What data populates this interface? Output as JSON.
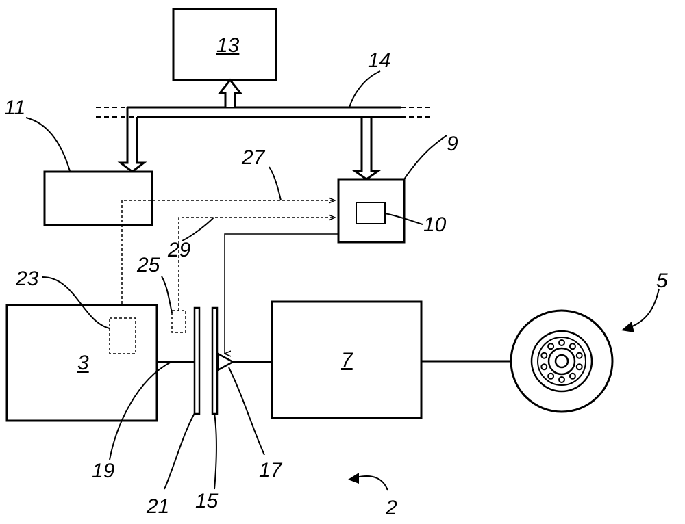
{
  "diagram": {
    "labels": {
      "ref_2": "2",
      "ref_3": "3",
      "ref_5": "5",
      "ref_7": "7",
      "ref_9": "9",
      "ref_10": "10",
      "ref_11": "11",
      "ref_13": "13",
      "ref_14": "14",
      "ref_15": "15",
      "ref_17": "17",
      "ref_19": "19",
      "ref_21": "21",
      "ref_23": "23",
      "ref_25": "25",
      "ref_27": "27",
      "ref_29": "29"
    }
  }
}
